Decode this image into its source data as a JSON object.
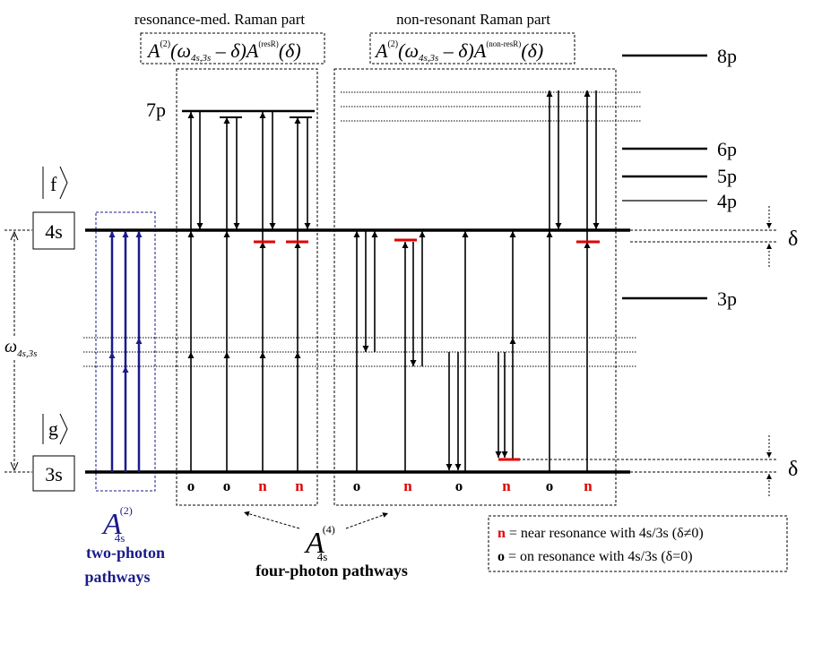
{
  "headers": {
    "resonant": "resonance-med. Raman part",
    "nonresonant": "non-resonant Raman part"
  },
  "formula": {
    "resonant": {
      "A": "A",
      "sup1": "(2)",
      "open": "(ω",
      "sub": "4s,3s",
      "mid": " – δ)",
      "A2": "A",
      "sup2": "(resR)",
      "end": "(δ)"
    },
    "nonresonant": {
      "A": "A",
      "sup1": "(2)",
      "open": "(ω",
      "sub": "4s,3s",
      "mid": " – δ)",
      "A2": "A",
      "sup2": "(non-resR)",
      "end": "(δ)"
    }
  },
  "levels": {
    "p8": "8p",
    "p7": "7p",
    "p6": "6p",
    "p5": "5p",
    "p4": "4p",
    "p3": "3p",
    "s4": "4s",
    "s3": "3s"
  },
  "kets": {
    "f": "f",
    "g": "g"
  },
  "omega": {
    "symbol": "ω",
    "sub": "4s,3s"
  },
  "delta": "δ",
  "marks": {
    "resonant": [
      "o",
      "o",
      "n",
      "n"
    ],
    "nonresonant": [
      "o",
      "n",
      "o",
      "n",
      "o",
      "n"
    ]
  },
  "two_photon": {
    "A": "A",
    "sup": "(2)",
    "sub": "4s",
    "line1": "two-photon",
    "line2": "pathways"
  },
  "four_photon": {
    "A": "A",
    "sup": "(4)",
    "sub": "4s",
    "label": "four-photon pathways"
  },
  "legend": {
    "n_symbol": "n",
    "n_text": " = near resonance with 4s/3s (δ≠0)",
    "o_symbol": "o",
    "o_text": " = on resonance with 4s/3s (δ=0)"
  },
  "colors": {
    "line": "#000000",
    "two_photon": "#1a1a8c",
    "near_resonance": "#e00000"
  }
}
